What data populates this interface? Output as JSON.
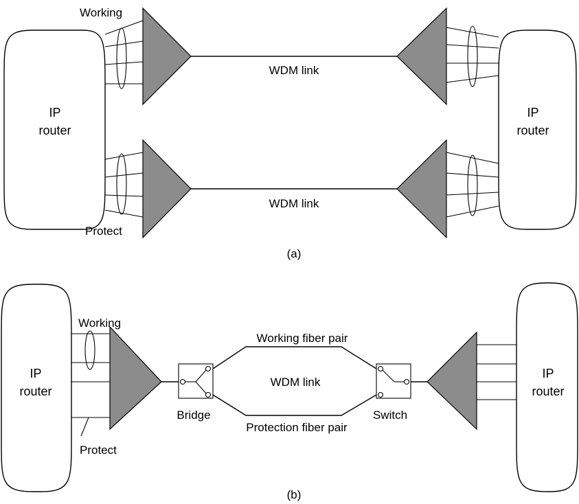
{
  "panel_a": {
    "left_router_label_1": "IP",
    "left_router_label_2": "router",
    "right_router_label_1": "IP",
    "right_router_label_2": "router",
    "working_label": "Working",
    "protect_label": "Protect",
    "top_link_label": "WDM link",
    "bottom_link_label": "WDM link",
    "caption": "(a)"
  },
  "panel_b": {
    "left_router_label_1": "IP",
    "left_router_label_2": "router",
    "right_router_label_1": "IP",
    "right_router_label_2": "router",
    "working_label": "Working",
    "protect_label": "Protect",
    "working_fiber_label": "Working fiber pair",
    "protection_fiber_label": "Protection fiber pair",
    "link_label": "WDM link",
    "bridge_label": "Bridge",
    "switch_label": "Switch",
    "caption": "(b)"
  },
  "colors": {
    "mux_fill": "#8c8c8c",
    "line": "#000000",
    "background": "#ffffff"
  }
}
